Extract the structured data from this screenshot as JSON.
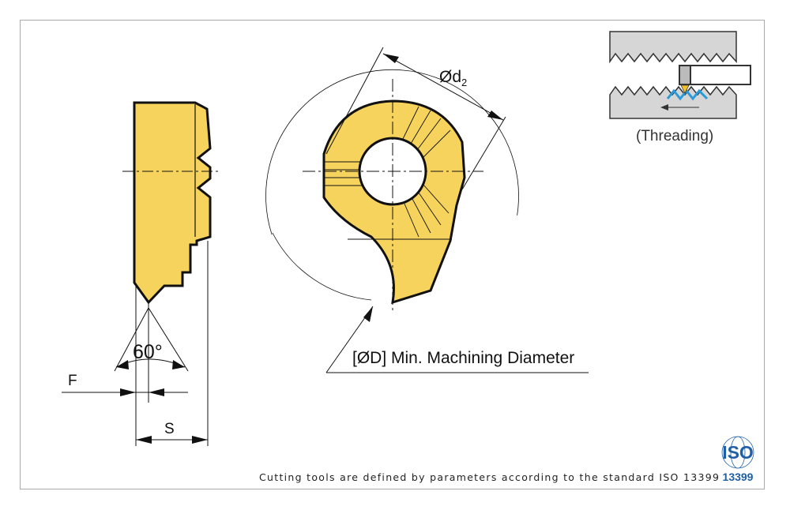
{
  "labels": {
    "d2": "Ød",
    "d2_sub": "2",
    "angle": "60°",
    "f": "F",
    "s": "S",
    "min_diameter": "[ØD] Min. Machining Diameter",
    "threading": "(Threading)"
  },
  "footer": "Cutting tools are defined by parameters according to the standard ISO 13399",
  "iso_logo": {
    "text": "ISO",
    "number": "13399"
  },
  "colors": {
    "insert": "#f6d35c",
    "iso_blue": "#1f5fa8",
    "thread_blue": "#2a9ad8"
  }
}
